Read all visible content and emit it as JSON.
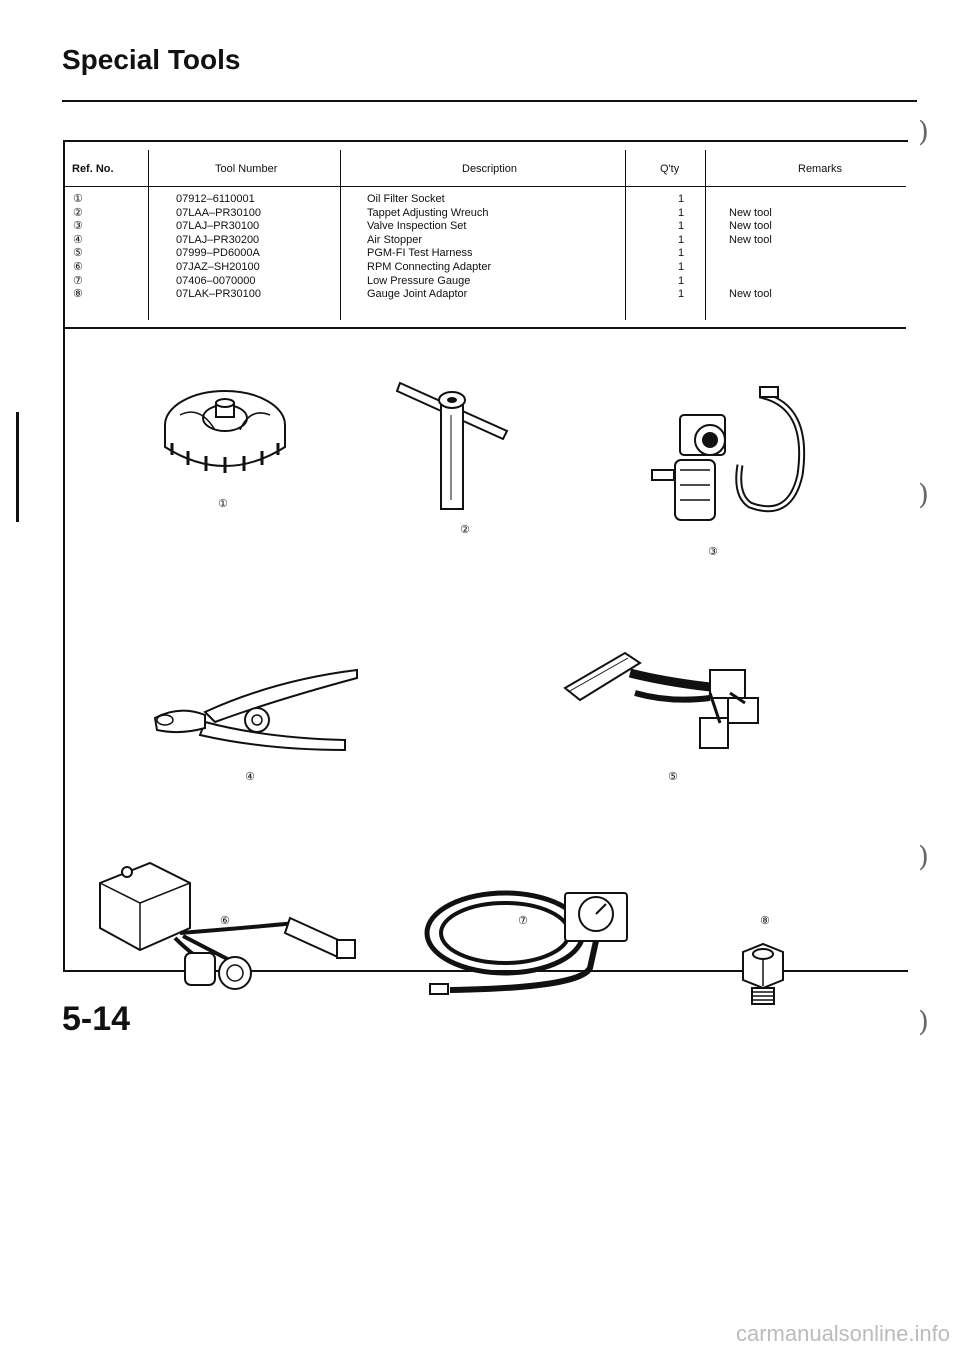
{
  "page": {
    "title": "Special Tools",
    "page_number": "5-14",
    "footer_watermark": "carmanualsonline.info"
  },
  "table": {
    "headers": {
      "ref": "Ref. No.",
      "tool_number": "Tool Number",
      "description": "Description",
      "qty": "Q'ty",
      "remarks": "Remarks"
    },
    "rows": [
      {
        "ref": "①",
        "tool_number": "07912–6110001",
        "description": "Oil Filter Socket",
        "qty": "1",
        "remarks": ""
      },
      {
        "ref": "②",
        "tool_number": "07LAA–PR30100",
        "description": "Tappet Adjusting Wreuch",
        "qty": "1",
        "remarks": "New tool"
      },
      {
        "ref": "③",
        "tool_number": "07LAJ–PR30100",
        "description": "Valve Inspection Set",
        "qty": "1",
        "remarks": "New tool"
      },
      {
        "ref": "④",
        "tool_number": "07LAJ–PR30200",
        "description": "Air Stopper",
        "qty": "1",
        "remarks": "New tool"
      },
      {
        "ref": "⑤",
        "tool_number": "07999–PD6000A",
        "description": "PGM-FI Test Harness",
        "qty": "1",
        "remarks": ""
      },
      {
        "ref": "⑥",
        "tool_number": "07JAZ–SH20100",
        "description": "RPM Connecting Adapter",
        "qty": "1",
        "remarks": ""
      },
      {
        "ref": "⑦",
        "tool_number": "07406–0070000",
        "description": "Low Pressure Gauge",
        "qty": "1",
        "remarks": ""
      },
      {
        "ref": "⑧",
        "tool_number": "07LAK–PR30100",
        "description": "Gauge Joint Adaptor",
        "qty": "1",
        "remarks": "New tool"
      }
    ]
  },
  "illustrations": [
    {
      "id": "oil-filter-socket",
      "callout": "①"
    },
    {
      "id": "tappet-adjusting-wrench",
      "callout": "②"
    },
    {
      "id": "valve-inspection-set",
      "callout": "③"
    },
    {
      "id": "air-stopper",
      "callout": "④"
    },
    {
      "id": "pgm-fi-test-harness",
      "callout": "⑤"
    },
    {
      "id": "rpm-connecting-adapter",
      "callout": "⑥"
    },
    {
      "id": "low-pressure-gauge",
      "callout": "⑦"
    },
    {
      "id": "gauge-joint-adaptor",
      "callout": "⑧"
    }
  ]
}
